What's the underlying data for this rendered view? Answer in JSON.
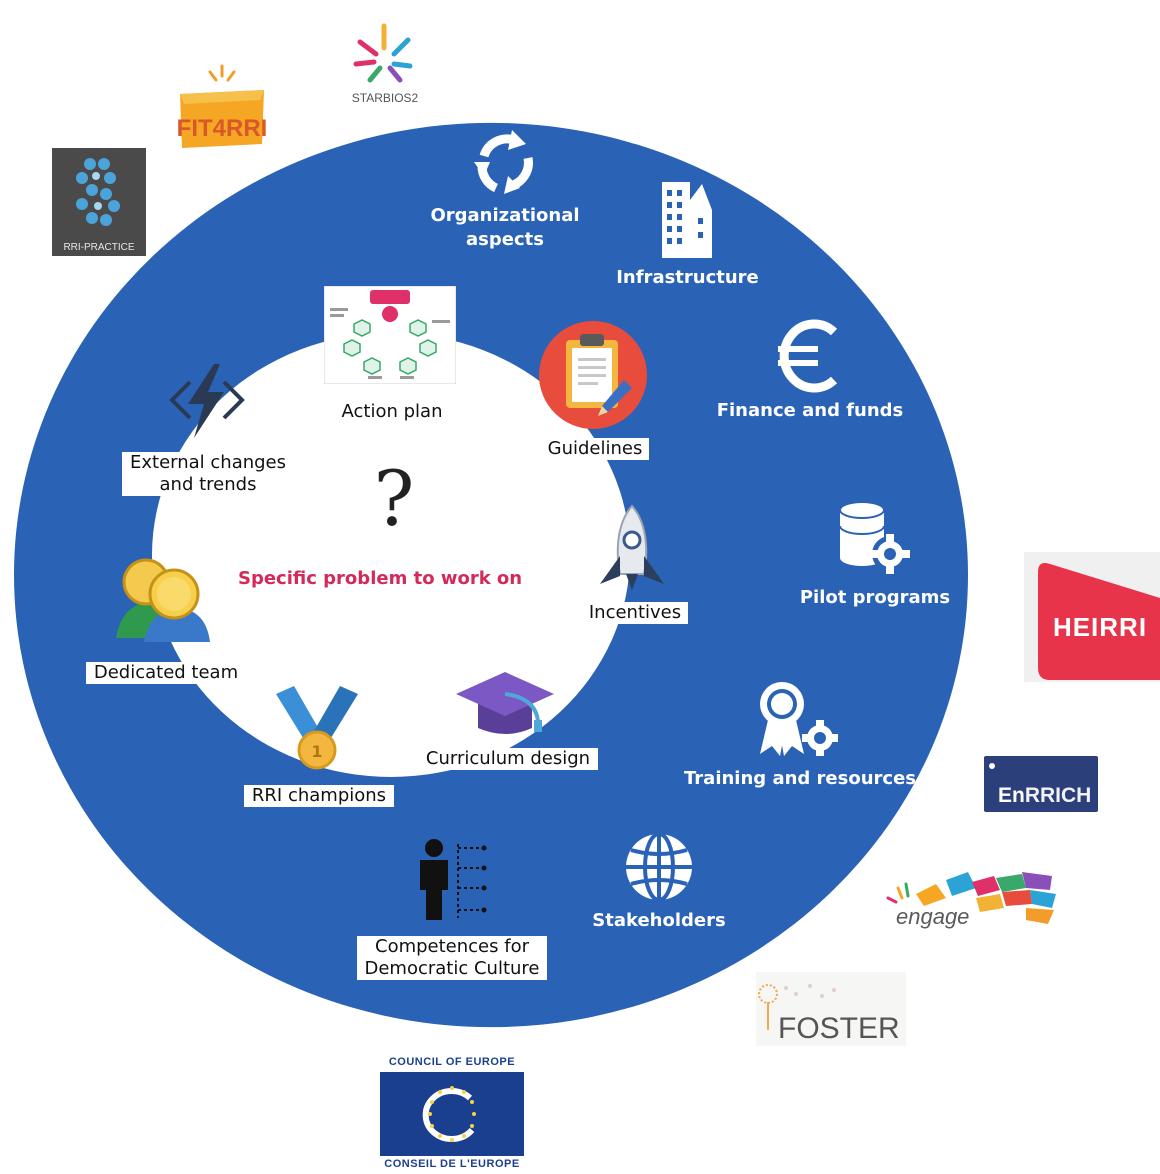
{
  "center": {
    "question_mark": "?",
    "problem": "Specific problem to work on"
  },
  "outer_ring": {
    "color": "#2a62b5",
    "items": [
      {
        "label": "Organizational\naspects",
        "icon": "refresh-cycle-icon"
      },
      {
        "label": "Infrastructure",
        "icon": "building-icon"
      },
      {
        "label": "Finance and funds",
        "icon": "euro-icon"
      },
      {
        "label": "Pilot programs",
        "icon": "database-gear-icon"
      },
      {
        "label": "Training and resources",
        "icon": "award-gear-icon"
      },
      {
        "label": "Stakeholders",
        "icon": "globe-icon"
      }
    ]
  },
  "inner_ring": {
    "items": [
      {
        "label": "Action plan",
        "icon": "action-plan-thumbnail"
      },
      {
        "label": "Guidelines",
        "icon": "clipboard-icon"
      },
      {
        "label": "Incentives",
        "icon": "rocket-icon"
      },
      {
        "label": "Curriculum design",
        "icon": "graduation-cap-icon"
      },
      {
        "label": "RRI champions",
        "icon": "medal-icon"
      },
      {
        "label": "Competences for\nDemocratic Culture",
        "icon": "person-chart-icon"
      },
      {
        "label": "Dedicated team",
        "icon": "team-icon"
      },
      {
        "label": "External changes\nand trends",
        "icon": "lightning-code-icon"
      }
    ]
  },
  "logos": {
    "starbios": "STARBIOS2",
    "fit4rri": "FIT4RRI",
    "rri_practice": "RRI-PRACTICE",
    "heirri": "HEIRRI",
    "enrrich_en": "En",
    "enrrich_rrich": "RRICH",
    "engage": "engage",
    "foster": "FOSTER",
    "coe_top": "COUNCIL OF EUROPE",
    "coe_bottom": "CONSEIL DE L'EUROPE"
  },
  "colors": {
    "ring": "#2a62b5",
    "problem_text": "#d42a5a",
    "heirri": "#e8344a",
    "coe": "#1b3f8f"
  }
}
